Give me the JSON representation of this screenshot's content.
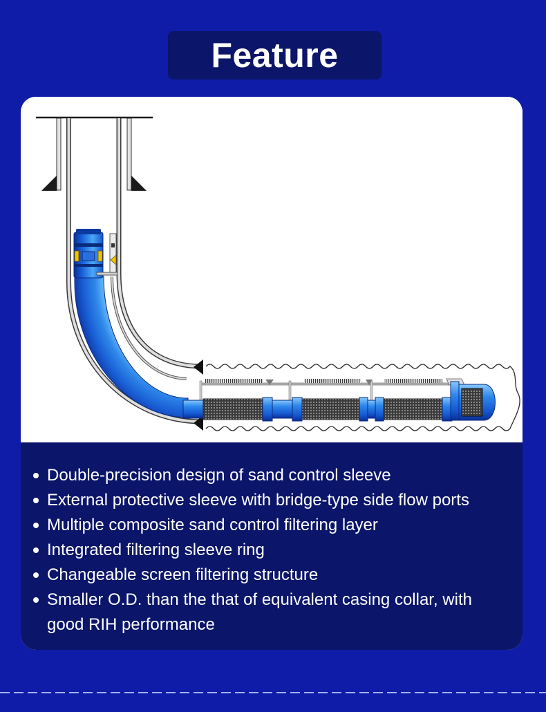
{
  "header": {
    "title": "Feature"
  },
  "features": [
    "Double-precision design of sand control sleeve",
    "External protective sleeve with bridge-type side flow ports",
    "Multiple composite sand control filtering layer",
    "Integrated filtering sleeve ring",
    "Changeable screen filtering structure",
    "Smaller O.D. than the that of equivalent casing collar, with good RIH performance"
  ],
  "colors": {
    "background": "#0e1ca8",
    "panel": "#0b1569",
    "card": "#ffffff",
    "pipe_blue": "#1f6fe0",
    "accent_yellow": "#f2c300",
    "divider": "#a7b0ee"
  }
}
